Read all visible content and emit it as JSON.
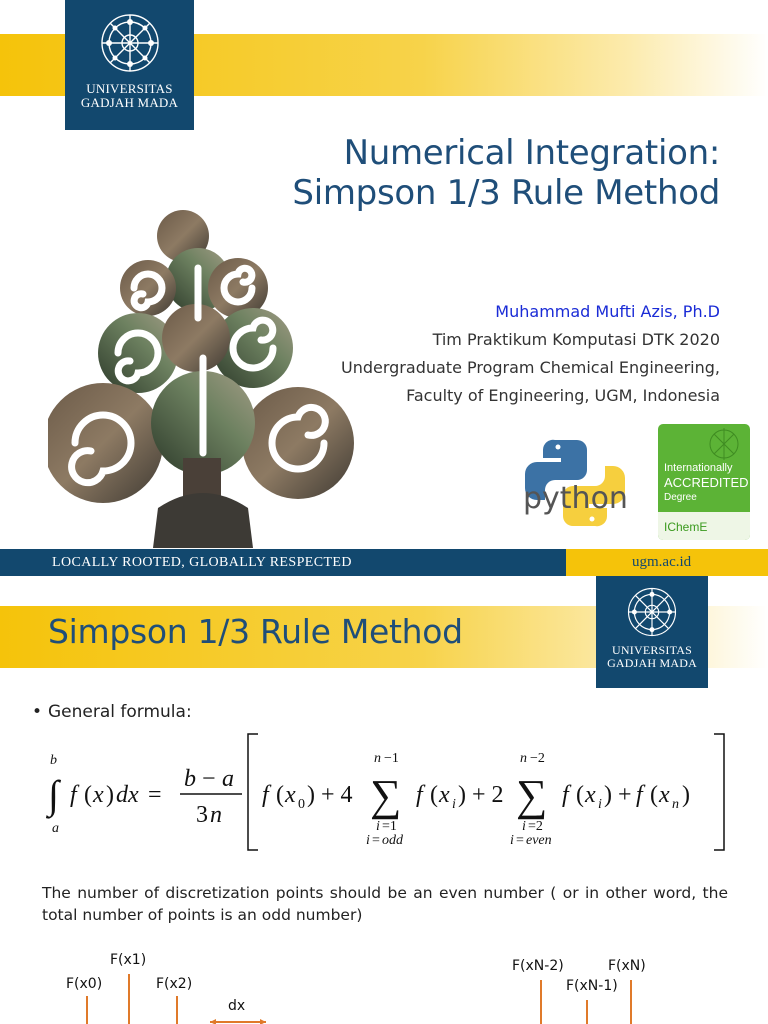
{
  "slide1": {
    "university": [
      "UNIVERSITAS",
      "GADJAH MADA"
    ],
    "title_line1": "Numerical Integration:",
    "title_line2": "Simpson 1/3 Rule Method",
    "author_name": "Muhammad Mufti Azis, Ph.D",
    "author_line2": "Tim Praktikum Komputasi DTK 2020",
    "author_line3": "Undergraduate Program Chemical Engineering,",
    "author_line4": "Faculty of Engineering, UGM, Indonesia",
    "python_label": "python",
    "icheme": {
      "line1": "Internationally",
      "line2": "ACCREDITED",
      "line3": "Degree",
      "line4": "IChemE"
    },
    "footer_tagline": "LOCALLY ROOTED, GLOBALLY RESPECTED",
    "footer_site": "ugm.ac.id",
    "colors": {
      "navy": "#12486e",
      "yellow": "#f5c30a",
      "title": "#1f4e79",
      "author": "#1a2bd6",
      "accredited_green": "#5cb336"
    }
  },
  "slide2": {
    "university": [
      "UNIVERSITAS",
      "GADJAH MADA"
    ],
    "title": "Simpson 1/3 Rule Method",
    "bullet": "General formula:",
    "note": "The number of discretization points should be an even number ( or in other word, the total number of points is an odd number)",
    "graph_labels": {
      "fx0": "F(x0)",
      "fx1": "F(x1)",
      "fx2": "F(x2)",
      "dx": "dx",
      "fxn2": "F(xN-2)",
      "fxn": "F(xN)",
      "fxn1": "F(xN-1)"
    }
  }
}
